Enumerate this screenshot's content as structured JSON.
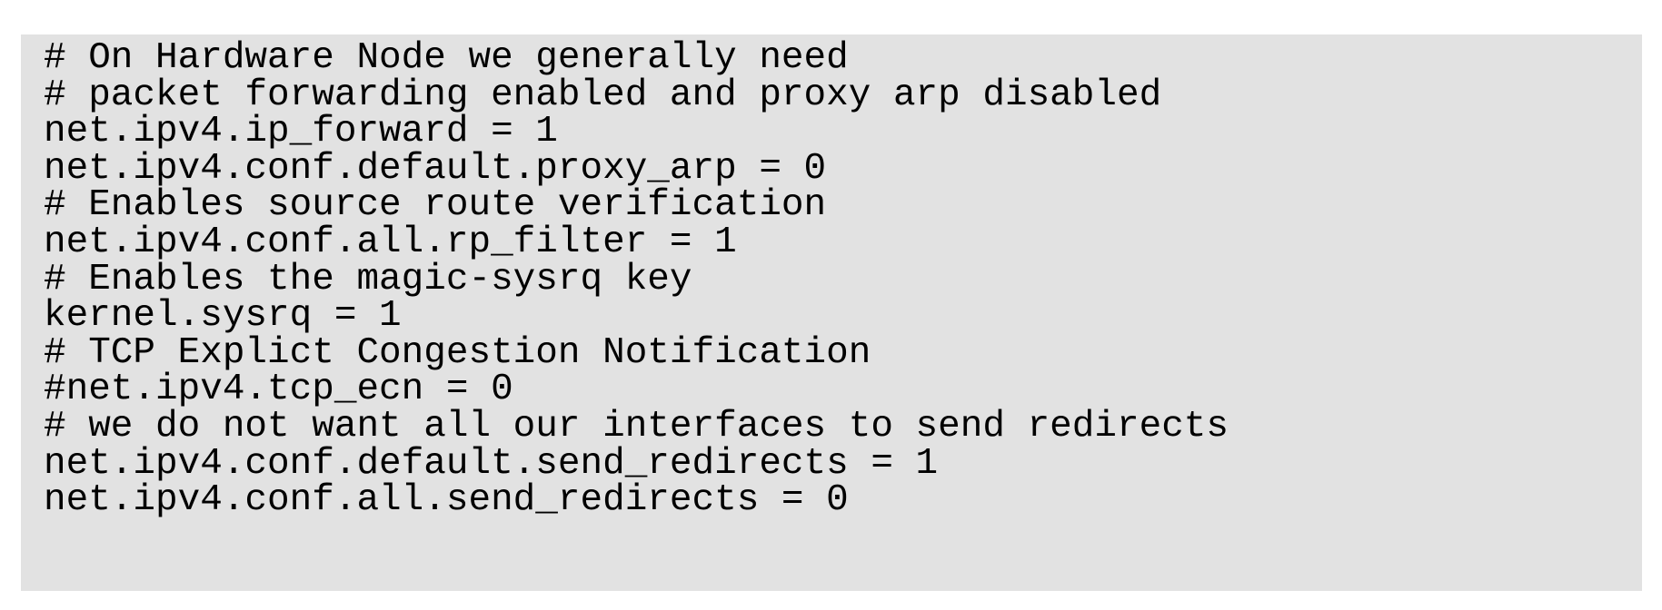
{
  "code_block": {
    "background_color": "#e2e2e2",
    "text_color": "#000000",
    "language": "sysctl-conf",
    "lines": [
      "# On Hardware Node we generally need",
      "# packet forwarding enabled and proxy arp disabled",
      "net.ipv4.ip_forward = 1",
      "net.ipv4.conf.default.proxy_arp = 0",
      "# Enables source route verification",
      "net.ipv4.conf.all.rp_filter = 1",
      "# Enables the magic-sysrq key",
      "kernel.sysrq = 1",
      "# TCP Explict Congestion Notification",
      "#net.ipv4.tcp_ecn = 0",
      "# we do not want all our interfaces to send redirects",
      "net.ipv4.conf.default.send_redirects = 1",
      "net.ipv4.conf.all.send_redirects = 0"
    ]
  }
}
